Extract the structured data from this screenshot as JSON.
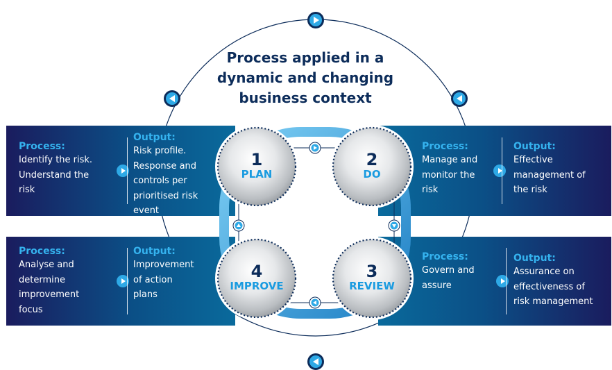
{
  "title": "Process applied in a dynamic and changing business context",
  "title_lines": [
    "Process applied in a",
    "dynamic and changing",
    "business context"
  ],
  "colors": {
    "navy": "#0c2c5a",
    "accent_blue": "#2ea9e6",
    "label_blue": "#35b3ef",
    "banner_dark": "#141a55",
    "banner_mid": "#0a5a8c"
  },
  "stages": [
    {
      "number": "1",
      "name": "PLAN"
    },
    {
      "number": "2",
      "name": "DO"
    },
    {
      "number": "3",
      "name": "REVIEW"
    },
    {
      "number": "4",
      "name": "IMPROVE"
    }
  ],
  "panels": {
    "plan": {
      "process_label": "Process:",
      "process_lines": [
        "Identify the risk.",
        "Understand the",
        "risk"
      ],
      "output_label": "Output:",
      "output_lines": [
        "Risk profile.",
        "Response and",
        "controls per",
        "prioritised risk",
        "event"
      ]
    },
    "do": {
      "process_label": "Process:",
      "process_lines": [
        "Manage and",
        "monitor the",
        "risk"
      ],
      "output_label": "Output:",
      "output_lines": [
        "Effective",
        "management of",
        "the risk"
      ]
    },
    "improve": {
      "process_label": "Process:",
      "process_lines": [
        "Analyse and",
        "determine",
        "improvement",
        "focus"
      ],
      "output_label": "Output:",
      "output_lines": [
        "Improvement",
        "of action",
        "plans"
      ]
    },
    "review": {
      "process_label": "Process:",
      "process_lines": [
        "Govern and",
        "assure"
      ],
      "output_label": "Output:",
      "output_lines": [
        "Assurance on",
        "effectiveness of",
        "risk management"
      ]
    }
  },
  "icons": {
    "outer_cycle_arrows": [
      "play-icon",
      "play-left-icon",
      "play-left-icon",
      "play-left-icon"
    ],
    "inner_cycle_arrows": [
      "play-icon",
      "play-down-icon",
      "play-left-icon",
      "play-up-icon"
    ],
    "panel_arrows": "play-icon"
  }
}
